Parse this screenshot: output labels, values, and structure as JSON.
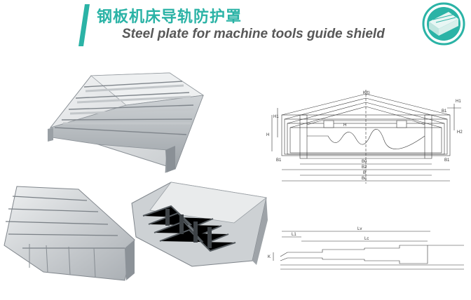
{
  "header": {
    "title_cn": "钢板机床导轨防护罩",
    "title_en": "Steel plate for machine tools guide shield"
  },
  "colors": {
    "accent": "#2bb3a6",
    "subtitle": "#585858",
    "steel_light": "#e6e8ea",
    "steel_mid": "#b9bdc1",
    "steel_dark": "#7e848a"
  },
  "icons": {
    "logo": "teal-circle-shield-logo-icon"
  },
  "cross_section_labels": {
    "top": "K(t)",
    "left_outer": "H",
    "left_inner": "H1",
    "base_left": "B1",
    "base_right": "B1",
    "inner_width": "B0",
    "width2": "B2",
    "width": "B",
    "overall": "Bc",
    "right_h1": "H1",
    "right_h2": "H2",
    "b1": "B1",
    "h_small": "H"
  },
  "profile_labels": {
    "k": "K",
    "l1": "L1",
    "lmax": "Lv",
    "lmin": "Lc"
  }
}
